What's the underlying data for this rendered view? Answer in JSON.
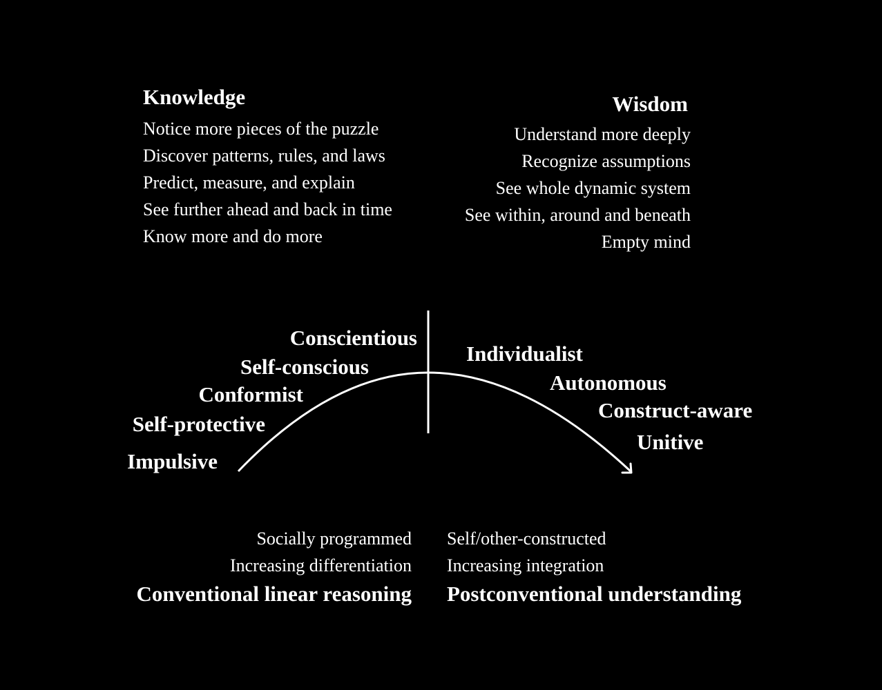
{
  "knowledge": {
    "title": "Knowledge",
    "items": [
      "Notice more pieces of the puzzle",
      "Discover patterns, rules, and laws",
      "Predict, measure, and explain",
      "See further ahead and back in time",
      "Know more and do more"
    ]
  },
  "wisdom": {
    "title": "Wisdom",
    "items": [
      "Understand more deeply",
      "Recognize assumptions",
      "See whole dynamic system",
      "See within, around and beneath",
      "Empty mind"
    ]
  },
  "stages": {
    "left": [
      "Conscientious",
      "Self-conscious",
      "Conformist",
      "Self-protective",
      "Impulsive"
    ],
    "right": [
      "Individualist",
      "Autonomous",
      "Construct-aware",
      "Unitive"
    ]
  },
  "bottom": {
    "left": {
      "items": [
        "Socially programmed",
        "Increasing differentiation"
      ],
      "category": "Conventional linear reasoning"
    },
    "right": {
      "items": [
        "Self/other-constructed",
        "Increasing integration"
      ],
      "category": "Postconventional understanding"
    }
  },
  "colors": {
    "background": "#000000",
    "foreground": "#ffffff"
  }
}
